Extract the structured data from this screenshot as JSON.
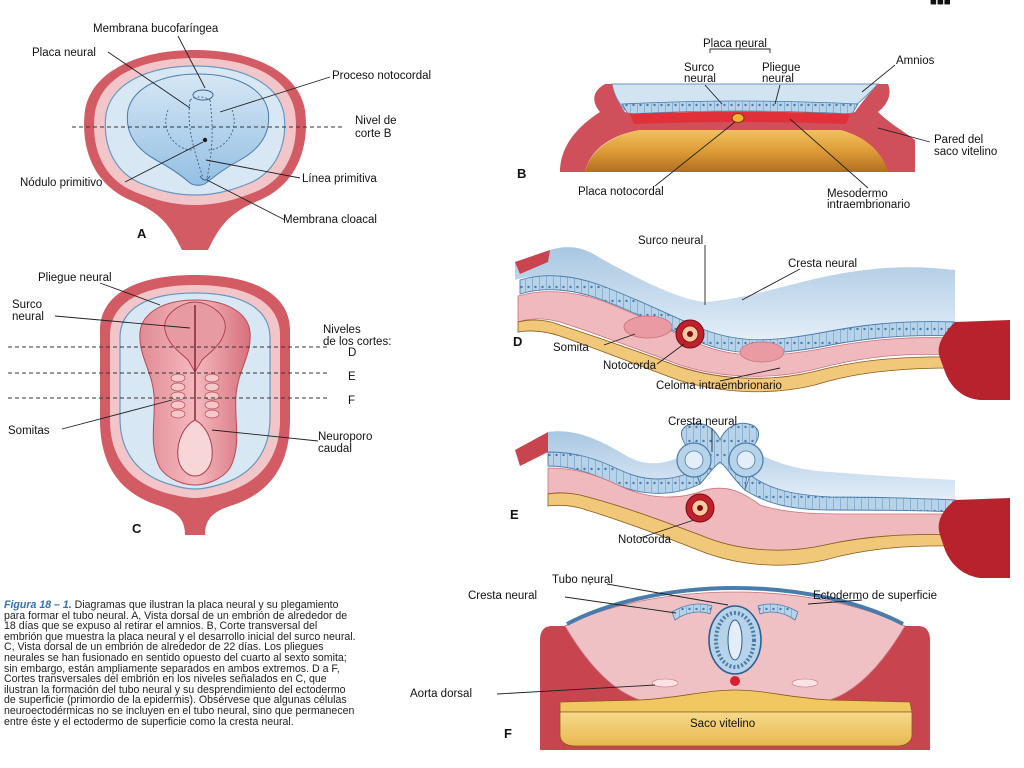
{
  "header": {
    "corner_text": "■■■"
  },
  "panels": {
    "A": {
      "letter": "A",
      "labels": {
        "membrana_bucofaringea": "Membrana bucofaríngea",
        "placa_neural": "Placa neural",
        "proceso_notocordal": "Proceso notocordal",
        "nivel_corte_b_1": "Nivel de",
        "nivel_corte_b_2": "corte B",
        "linea_primitiva": "Línea primitiva",
        "nodulo_primitivo": "Nódulo primitivo",
        "membrana_cloacal": "Membrana cloacal"
      }
    },
    "B": {
      "letter": "B",
      "labels": {
        "placa_neural": "Placa neural",
        "surco_neural_1": "Surco",
        "surco_neural_2": "neural",
        "pliegue_neural_1": "Pliegue",
        "pliegue_neural_2": "neural",
        "amnios": "Amnios",
        "pared_saco_1": "Pared del",
        "pared_saco_2": "saco vitelino",
        "placa_notocordal": "Placa notocordal",
        "mesodermo_1": "Mesodermo",
        "mesodermo_2": "intraembrionario"
      }
    },
    "C": {
      "letter": "C",
      "labels": {
        "pliegue_neural": "Pliegue neural",
        "surco_neural_1": "Surco",
        "surco_neural_2": "neural",
        "niveles_1": "Niveles",
        "niveles_2": "de los cortes:",
        "nivel_d": "D",
        "nivel_e": "E",
        "nivel_f": "F",
        "somitas": "Somitas",
        "neuroporo_1": "Neuroporo",
        "neuroporo_2": "caudal"
      }
    },
    "D": {
      "letter": "D",
      "labels": {
        "surco_neural": "Surco neural",
        "cresta_neural": "Cresta neural",
        "somita": "Somita",
        "notocorda": "Notocorda",
        "celoma": "Celoma intraembrionario"
      }
    },
    "E": {
      "letter": "E",
      "labels": {
        "cresta_neural": "Cresta neural",
        "notocorda": "Notocorda"
      }
    },
    "F": {
      "letter": "F",
      "labels": {
        "tubo_neural": "Tubo neural",
        "cresta_neural": "Cresta neural",
        "ectodermo": "Ectodermo de superficie",
        "aorta_dorsal": "Aorta dorsal",
        "saco_vitelino": "Saco vitelino"
      }
    }
  },
  "caption": {
    "figure": "Figura 18 – 1.",
    "text": " Diagramas que ilustran la placa neural y su plegamiento para formar el tubo neural. A, Vista dorsal de un embrión de alrededor de 18 días que se expuso al retirar el amnios. B, Corte transversal del embrión que muestra la placa neural y el desarrollo inicial del surco neural. C, Vista dorsal de un embrión de alrededor de 22 días. Los pliegues neurales se han fusionado en sentido opuesto del cuarto al sexto somita; sin embargo, están ampliamente separados en ambos extremos. D a F, Cortes transversales del embrión en los niveles señalados en C, que ilustran la formación del tubo neural y su desprendimiento del ectodermo de superficie (primordio de la epidermis). Obsérvese que algunas células neuroectodérmicas no se incluyen en el tubo neural, sino que permanecen entre éste y el ectodermo de superficie como la cresta neural."
  },
  "colors": {
    "amnion_red": "#c8454f",
    "pink": "#efc1c4",
    "light_blue": "#c3dcef",
    "mid_blue": "#9ec6e6",
    "cell_blue": "#8fb4d6",
    "yolk_gold": "#e7a63a",
    "mesoderm": "#e7a7ae"
  }
}
